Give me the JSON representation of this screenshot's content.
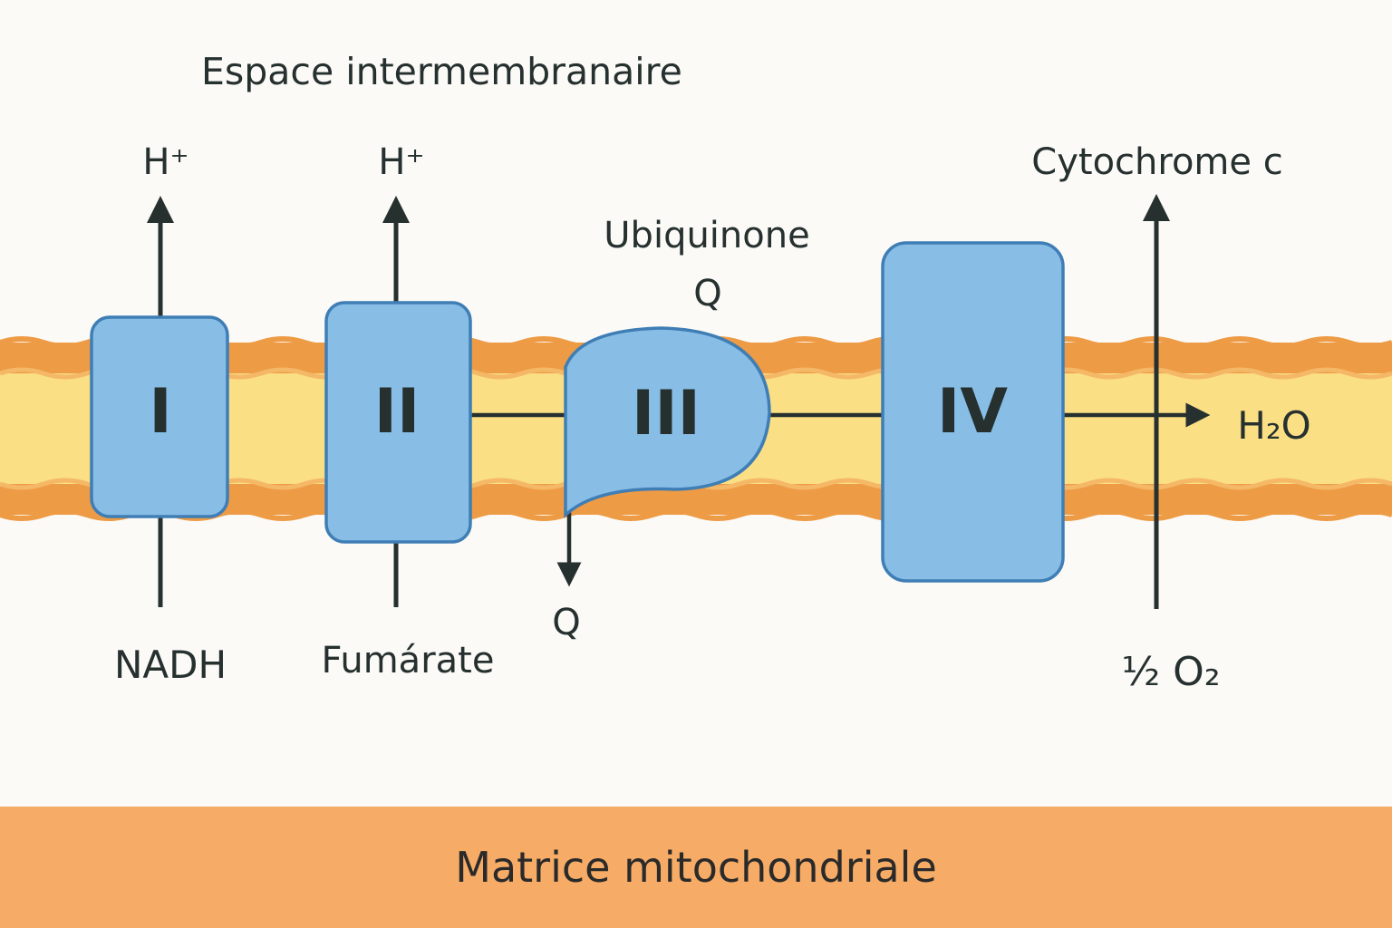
{
  "labels": {
    "intermembrane_space": "Espace intermembranaire",
    "h_plus_1": "H⁺",
    "h_plus_2": "H⁺",
    "ubiquinone": "Ubiquinone",
    "ubiquinone_q": "Q",
    "cytochrome_c": "Cytochrome c",
    "nadh": "NADH",
    "fumarate": "Fumárate",
    "q_bottom": "Q",
    "h2o": "H₂O",
    "half_o2": "½ O₂",
    "matrix": "Matrice mitochondriale"
  },
  "complexes": {
    "c1": "I",
    "c2": "II",
    "c3": "III",
    "c4": "IV"
  },
  "colors": {
    "membrane_outer": "#ee9b45",
    "membrane_inner": "#fbdf85",
    "complex_fill": "#88bde6",
    "complex_stroke": "#3f7eb5",
    "matrix_bar": "#f6ac66",
    "text": "#25302f"
  }
}
